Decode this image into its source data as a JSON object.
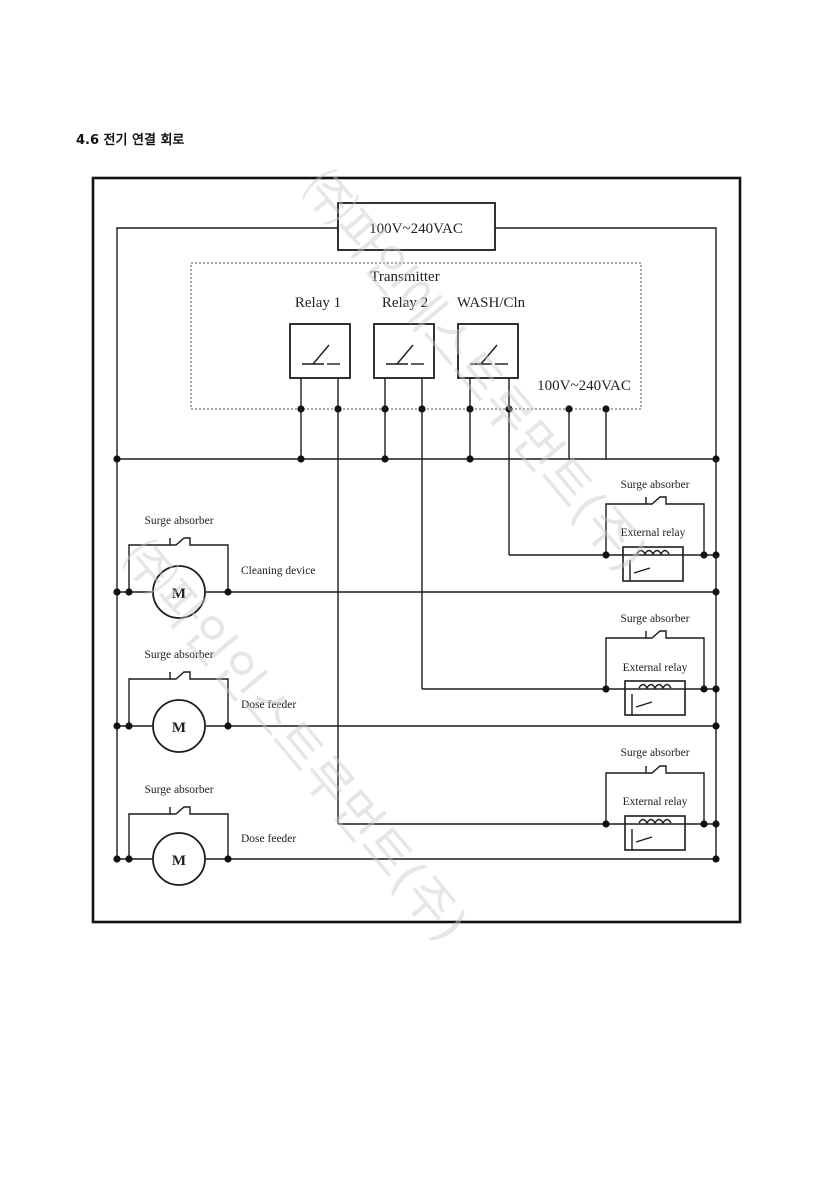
{
  "section_title": "4.6 전기 연결 회로",
  "diagram": {
    "power_supply_label": "100V~240VAC",
    "transmitter_label": "Transmitter",
    "relay1_label": "Relay 1",
    "relay2_label": "Relay 2",
    "wash_label": "WASH/Cln",
    "transmitter_power_label": "100V~240VAC",
    "branches": [
      {
        "surge_label": "Surge absorber",
        "motor_label": "M",
        "device_label": "Cleaning device",
        "ext_surge_label": "Surge absorber",
        "ext_relay_label": "External relay"
      },
      {
        "surge_label": "Surge absorber",
        "motor_label": "M",
        "device_label": "Dose feeder",
        "ext_surge_label": "Surge absorber",
        "ext_relay_label": "External relay"
      },
      {
        "surge_label": "Surge absorber",
        "motor_label": "M",
        "device_label": "Dose feeder",
        "ext_surge_label": "Surge absorber",
        "ext_relay_label": "External relay"
      }
    ]
  },
  "watermark": {
    "line1": "㈜파인에스트루먼트(주)",
    "line2": "㈜파인인스트루먼트(주)"
  }
}
